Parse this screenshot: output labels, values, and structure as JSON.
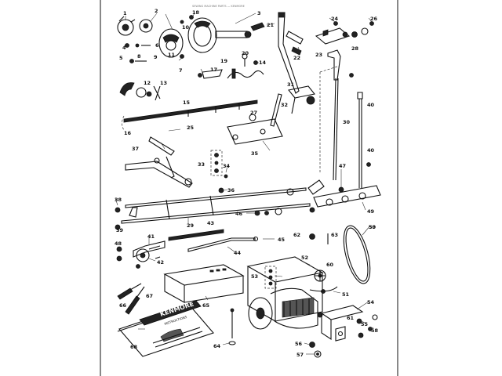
{
  "header_fine_print": "SEWING MACHINE PARTS — KENMORE",
  "manual_brand": "KENMORE",
  "manual_subtitle": "INSTRUCTIONS",
  "labels": [
    {
      "id": "n1",
      "text": "1"
    },
    {
      "id": "n2",
      "text": "2"
    },
    {
      "id": "n3",
      "text": "3"
    },
    {
      "id": "n4",
      "text": "4"
    },
    {
      "id": "n5",
      "text": "5"
    },
    {
      "id": "n6",
      "text": "6"
    },
    {
      "id": "n7",
      "text": "7"
    },
    {
      "id": "n8",
      "text": "8"
    },
    {
      "id": "n9",
      "text": "9"
    },
    {
      "id": "n10",
      "text": "10"
    },
    {
      "id": "n11",
      "text": "11"
    },
    {
      "id": "n12",
      "text": "12"
    },
    {
      "id": "n13",
      "text": "13"
    },
    {
      "id": "n14",
      "text": "14"
    },
    {
      "id": "n15",
      "text": "15"
    },
    {
      "id": "n16",
      "text": "16"
    },
    {
      "id": "n17",
      "text": "17"
    },
    {
      "id": "n18",
      "text": "18"
    },
    {
      "id": "n19",
      "text": "19"
    },
    {
      "id": "n20",
      "text": "20"
    },
    {
      "id": "n21",
      "text": "21"
    },
    {
      "id": "n22",
      "text": "22"
    },
    {
      "id": "n23",
      "text": "23"
    },
    {
      "id": "n24",
      "text": "24"
    },
    {
      "id": "n25",
      "text": "25"
    },
    {
      "id": "n26",
      "text": "26"
    },
    {
      "id": "n27",
      "text": "27"
    },
    {
      "id": "n28",
      "text": "28"
    },
    {
      "id": "n29",
      "text": "29"
    },
    {
      "id": "n30",
      "text": "30"
    },
    {
      "id": "n31",
      "text": "31"
    },
    {
      "id": "n32",
      "text": "32"
    },
    {
      "id": "n33",
      "text": "33"
    },
    {
      "id": "n34",
      "text": "34"
    },
    {
      "id": "n35",
      "text": "35"
    },
    {
      "id": "n36",
      "text": "36"
    },
    {
      "id": "n37",
      "text": "37"
    },
    {
      "id": "n38",
      "text": "38"
    },
    {
      "id": "n39",
      "text": "39"
    },
    {
      "id": "n40",
      "text": "40"
    },
    {
      "id": "n40b",
      "text": "40"
    },
    {
      "id": "n41",
      "text": "41"
    },
    {
      "id": "n42",
      "text": "42"
    },
    {
      "id": "n43",
      "text": "43"
    },
    {
      "id": "n44",
      "text": "44"
    },
    {
      "id": "n45",
      "text": "45"
    },
    {
      "id": "n46",
      "text": "46"
    },
    {
      "id": "n47",
      "text": "47"
    },
    {
      "id": "n48",
      "text": "48"
    },
    {
      "id": "n49",
      "text": "49"
    },
    {
      "id": "n50",
      "text": "50"
    },
    {
      "id": "n51",
      "text": "51"
    },
    {
      "id": "n52",
      "text": "52"
    },
    {
      "id": "n53",
      "text": "53"
    },
    {
      "id": "n54",
      "text": "54"
    },
    {
      "id": "n55",
      "text": "55"
    },
    {
      "id": "n56",
      "text": "56"
    },
    {
      "id": "n57",
      "text": "57"
    },
    {
      "id": "n58",
      "text": "58"
    },
    {
      "id": "n59",
      "text": "59"
    },
    {
      "id": "n60",
      "text": "60"
    },
    {
      "id": "n61",
      "text": "61"
    },
    {
      "id": "n62",
      "text": "62"
    },
    {
      "id": "n63",
      "text": "63"
    },
    {
      "id": "n64",
      "text": "64"
    },
    {
      "id": "n65",
      "text": "65"
    },
    {
      "id": "n66",
      "text": "66"
    },
    {
      "id": "n67",
      "text": "67"
    },
    {
      "id": "n68",
      "text": "68"
    }
  ]
}
